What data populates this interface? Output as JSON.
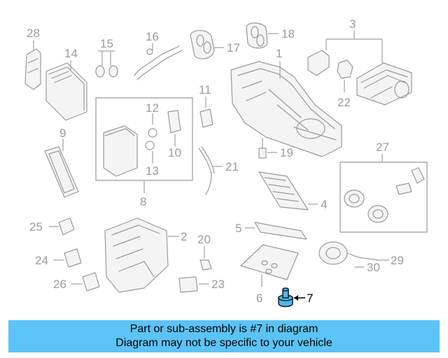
{
  "diagram": {
    "highlighted_part": "7",
    "callouts": [
      "1",
      "2",
      "3",
      "4",
      "5",
      "6",
      "7",
      "8",
      "9",
      "10",
      "11",
      "12",
      "13",
      "14",
      "15",
      "16",
      "17",
      "18",
      "19",
      "20",
      "21",
      "22",
      "23",
      "24",
      "25",
      "26",
      "27",
      "28",
      "29",
      "30"
    ]
  },
  "banner": {
    "line1": "Part or sub-assembly is #7 in diagram",
    "line2": "Diagram may not be specific to your vehicle"
  },
  "colors": {
    "banner_bg": "#5bc3f5",
    "highlight_part": "#4fb8f0",
    "line_gray": "#9a9a9a"
  }
}
